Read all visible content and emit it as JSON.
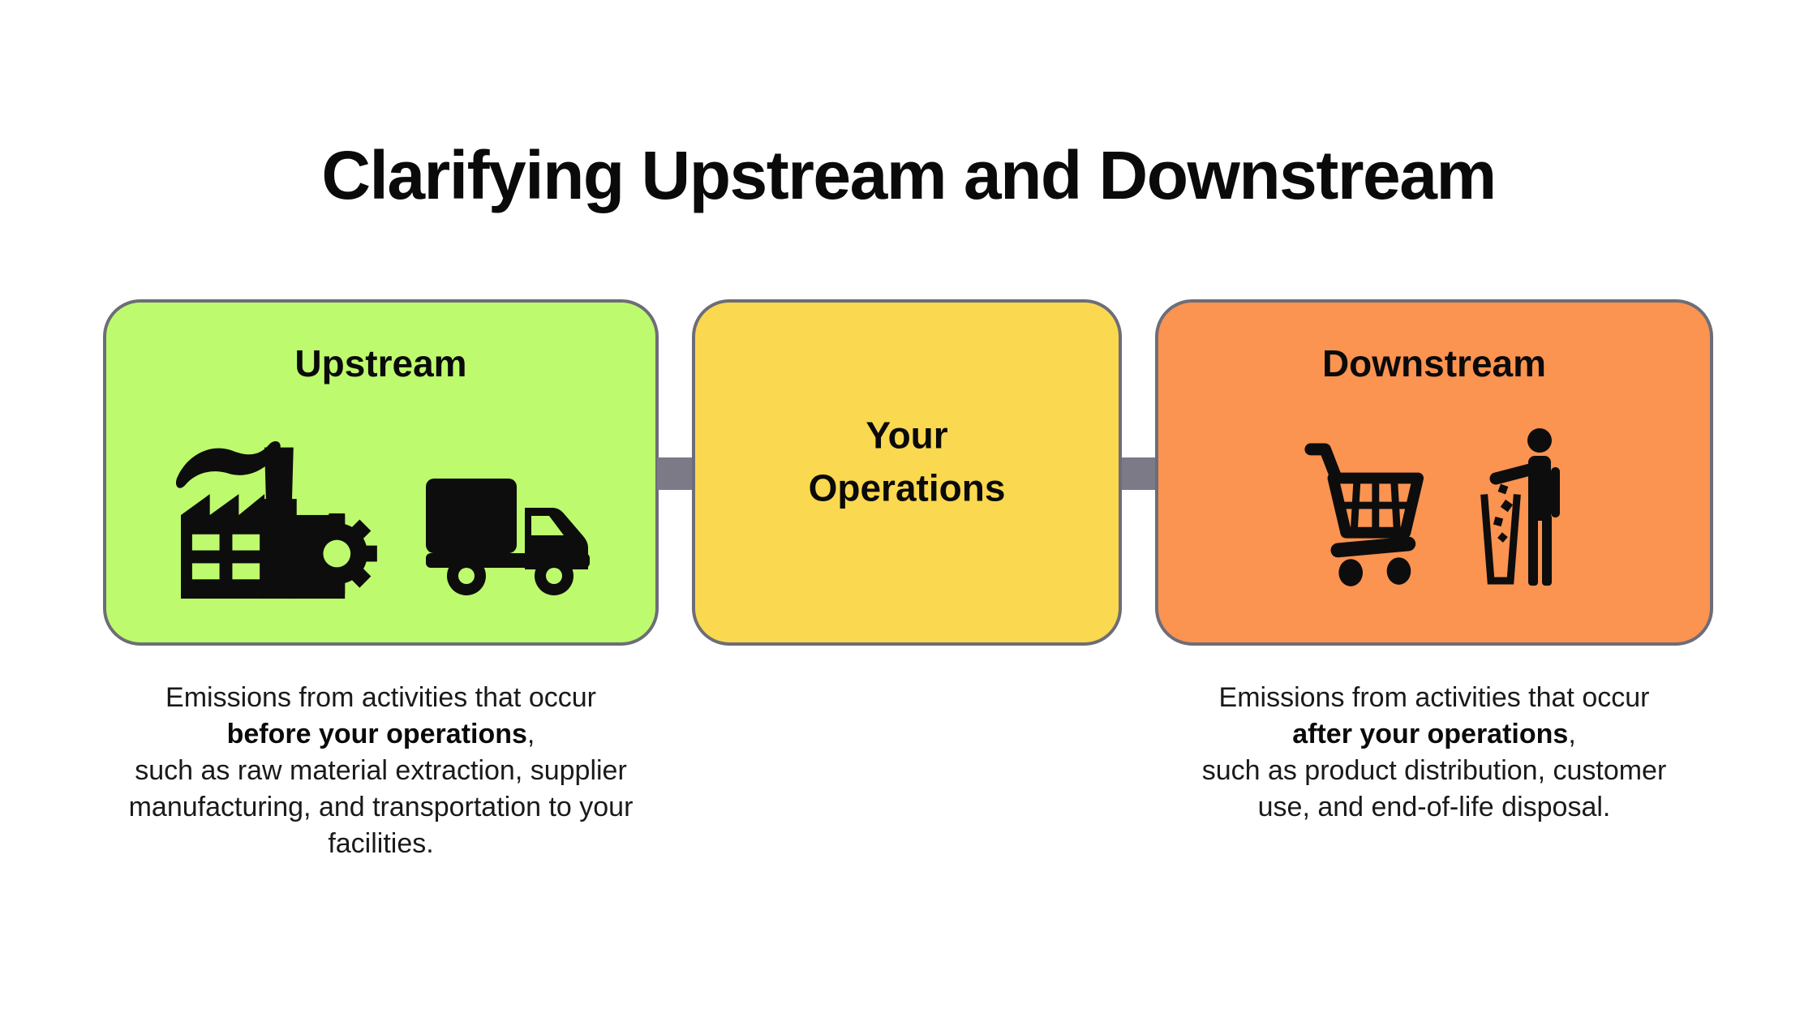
{
  "page": {
    "title": "Clarifying Upstream and Downstream"
  },
  "colors": {
    "upstream_fill": "#BEFA6E",
    "operations_fill": "#FAD84F",
    "downstream_fill": "#FB9351",
    "arrow": "#7D7A87",
    "box_border": "#6D6D78",
    "icon": "#0D0D0D",
    "text": "#1A1A1A",
    "page_bg": "#FFFFFF"
  },
  "upstream": {
    "label": "Upstream",
    "icons": [
      "factory-gear-icon",
      "delivery-truck-icon"
    ],
    "description": {
      "line1": "Emissions from activities that occur",
      "line2_bold": "before your operations",
      "line2_suffix": ",",
      "line3": "such as raw material extraction, supplier",
      "line4": "manufacturing, and transportation to your",
      "line5": "facilities."
    }
  },
  "operations": {
    "label_line1": "Your",
    "label_line2": "Operations"
  },
  "downstream": {
    "label": "Downstream",
    "icons": [
      "shopping-cart-icon",
      "person-disposing-icon"
    ],
    "description": {
      "line1": "Emissions from activities that occur",
      "line2_bold": "after your operations",
      "line2_suffix": ",",
      "line3": "such as product distribution, customer",
      "line4": "use, and end-of-life disposal."
    }
  }
}
